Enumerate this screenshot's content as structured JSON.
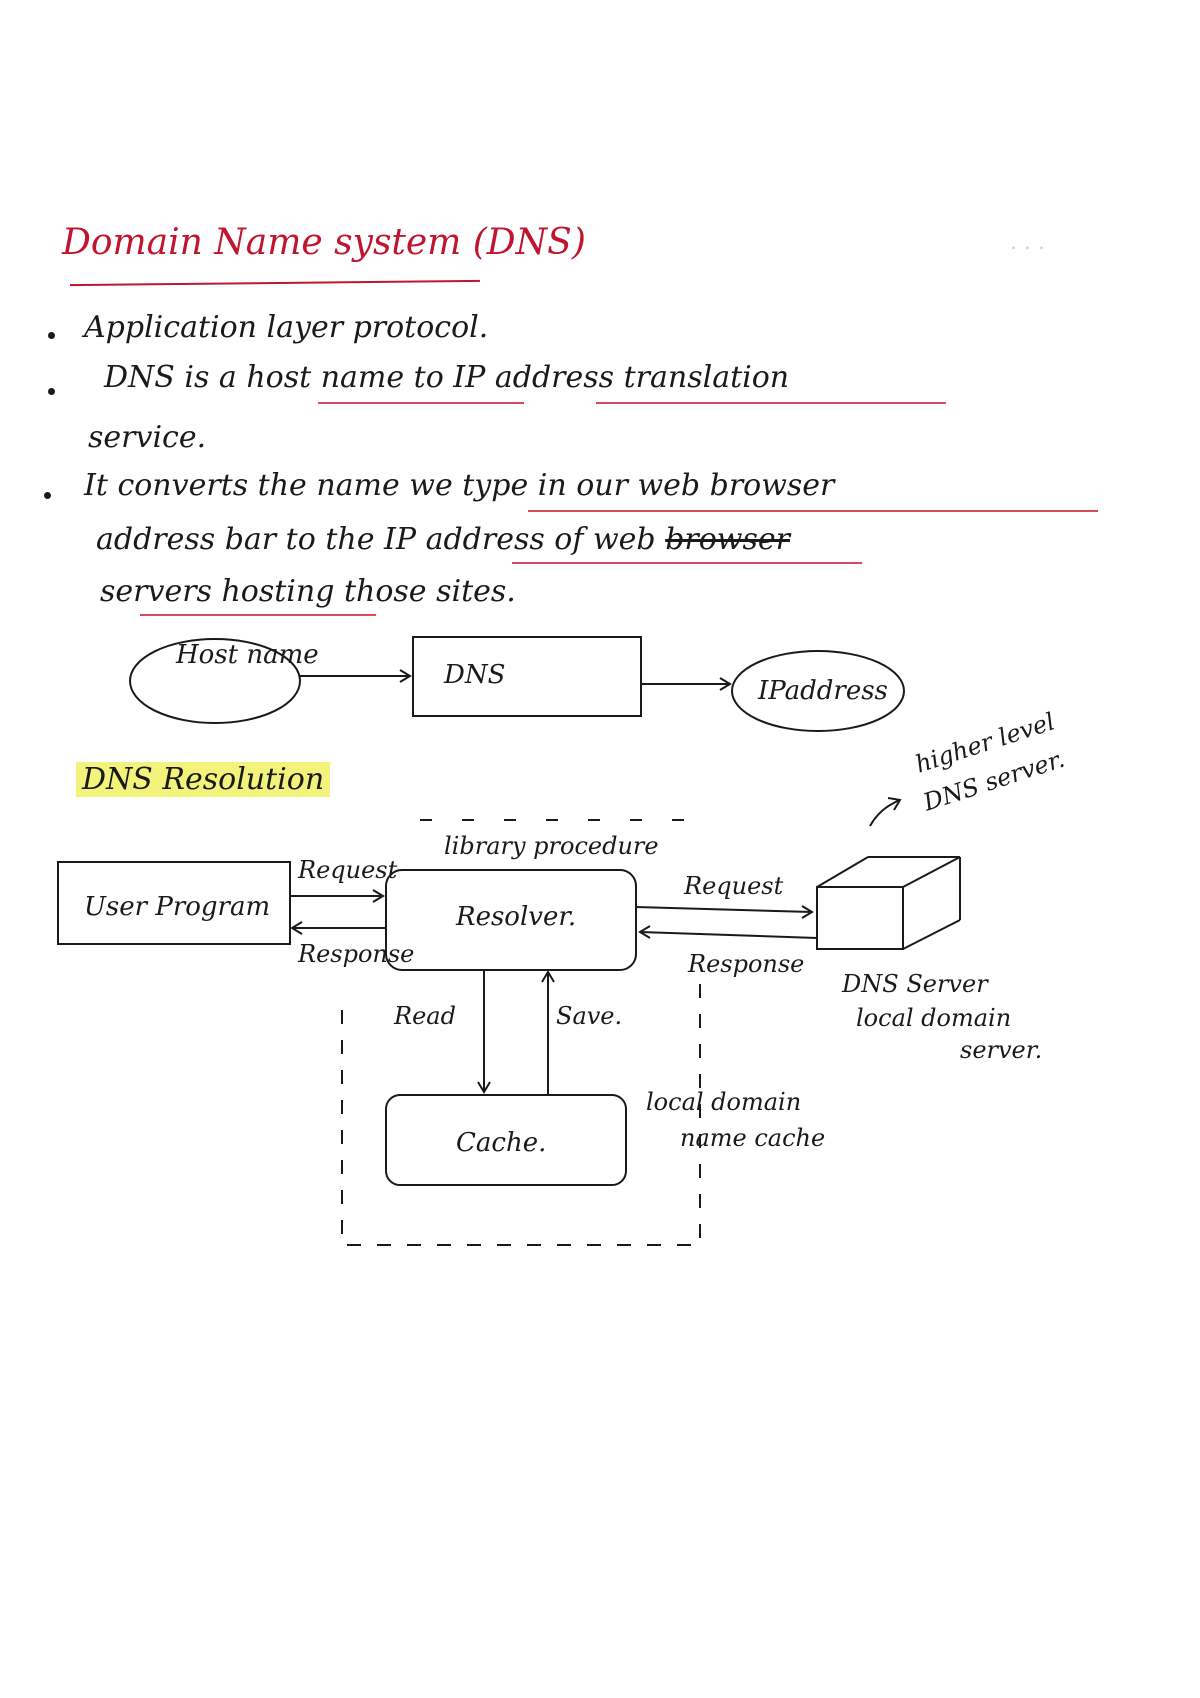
{
  "title": "Domain Name system (DNS)",
  "bullets": {
    "b1": "Application layer protocol.",
    "b2_line1": "DNS is a host name to IP address translation",
    "b2_line2": "service.",
    "b3_line1": "It converts the name we type in our web browser",
    "b3_line2a": "address bar to the IP address of web",
    "b3_line2b": "browser",
    "b3_line3": "servers hosting those sites."
  },
  "flow": {
    "host_name": "Host name",
    "dns": "DNS",
    "ip_address": "IPaddress"
  },
  "resolution": {
    "heading": "DNS Resolution",
    "library_procedure": "library procedure",
    "user_program": "User Program",
    "resolver": "Resolver.",
    "cache": "Cache.",
    "request_left": "Request",
    "response_left": "Response",
    "request_right": "Request",
    "response_right": "Response",
    "read": "Read",
    "save": "Save.",
    "higher_level_1": "higher level",
    "higher_level_2": "DNS server.",
    "dns_server_1": "DNS Server",
    "dns_server_2": "local domain",
    "dns_server_3": "server.",
    "local_cache_1": "local domain",
    "local_cache_2": "name cache"
  },
  "colors": {
    "title_red": "#c0152f",
    "underline_red": "#d64a5a",
    "ink": "#1a1a1a",
    "highlight": "#f3f27a"
  }
}
